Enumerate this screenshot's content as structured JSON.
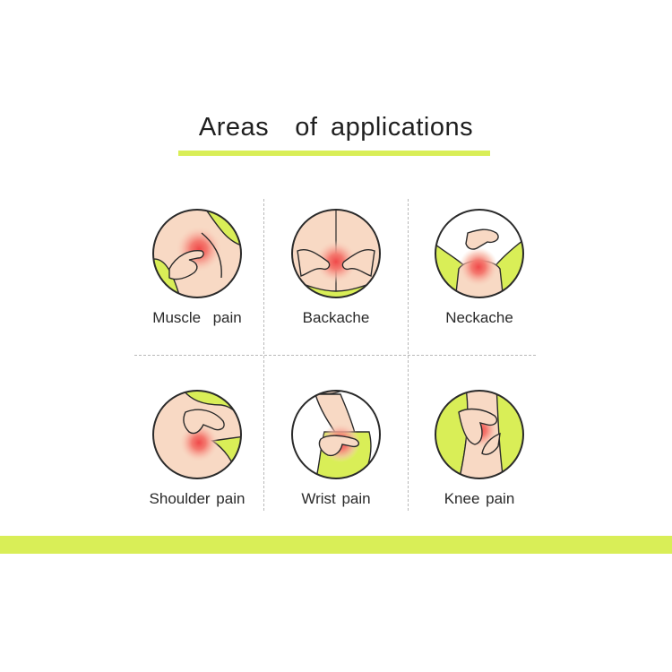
{
  "title": "Areas  of applications",
  "colors": {
    "accent": "#d9ee57",
    "skin": "#f8d9c4",
    "pain": "#f26a6a",
    "outline": "#2a2a2a"
  },
  "items": [
    {
      "label": "Muscle  pain",
      "icon": "muscle-pain-icon"
    },
    {
      "label": "Backache",
      "icon": "backache-icon"
    },
    {
      "label": "Neckache",
      "icon": "neckache-icon"
    },
    {
      "label": "Shoulder pain",
      "icon": "shoulder-pain-icon"
    },
    {
      "label": "Wrist pain",
      "icon": "wrist-pain-icon"
    },
    {
      "label": "Knee pain",
      "icon": "knee-pain-icon"
    }
  ]
}
